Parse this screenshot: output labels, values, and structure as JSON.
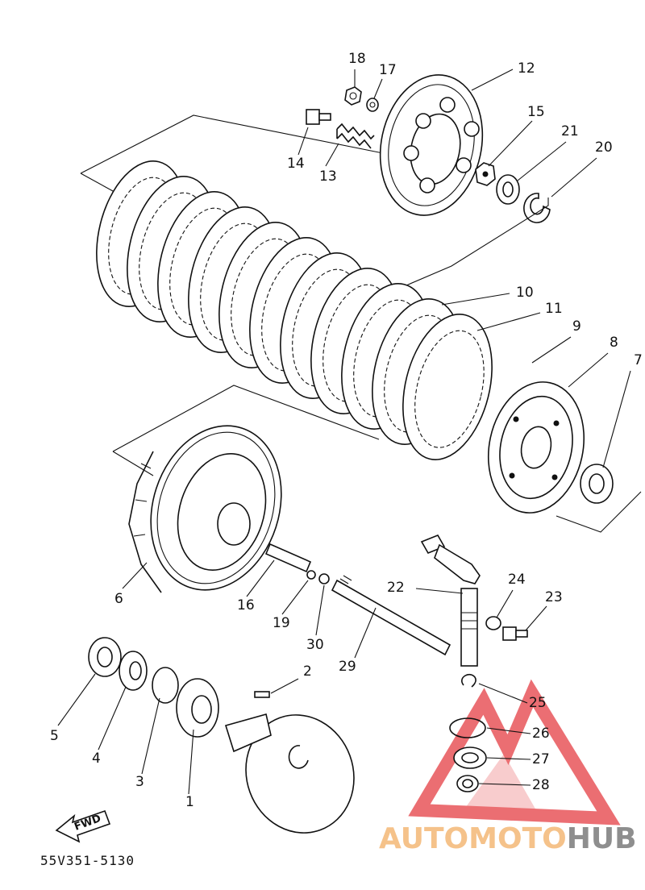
{
  "diagram": {
    "diagram_code": "55V351-5130",
    "direction_label": "FWD",
    "watermark": {
      "text_part1": "AUTOMOTO",
      "text_part2": "HUB",
      "color_part1": "#f5c28a",
      "color_part2": "#8e8e8e",
      "logo_color": "#e8555a"
    },
    "part_numbers": [
      "1",
      "2",
      "3",
      "4",
      "5",
      "6",
      "7",
      "8",
      "9",
      "10",
      "11",
      "12",
      "13",
      "14",
      "15",
      "16",
      "17",
      "18",
      "19",
      "20",
      "21",
      "22",
      "23",
      "24",
      "25",
      "26",
      "27",
      "28",
      "29",
      "30"
    ]
  }
}
